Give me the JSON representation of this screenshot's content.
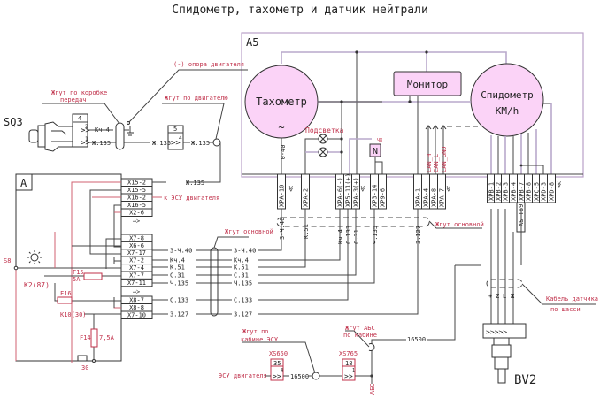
{
  "title": "Спидометр, тахометр и датчик нейтрали",
  "colors": {
    "wire": "#444444",
    "wire_violet": "#b9a9cc",
    "wire_red": "#d06070",
    "label_red": "#c0304a",
    "instrument_fill": "#fbd3f7"
  },
  "a5": {
    "label": "A5",
    "tachometer": {
      "label": "Тахометр",
      "symbol": "~",
      "wire": "0-40"
    },
    "monitor": {
      "label": "Монитор"
    },
    "speedometer": {
      "label_line1": "Спидометр",
      "label_line2": "KM/h"
    },
    "backlight_label": "Подсветка",
    "neutral_indicator": {
      "label": "N",
      "tag": "ЧЖ"
    },
    "can_labels": [
      "CAN_H",
      "CAN_L",
      "CAN_GND"
    ]
  },
  "connectors_top_left": [
    "XPA-10",
    "XPA-2"
  ],
  "connectors_top_mid": [
    "XPA-6(-)",
    "XP5-11(+)",
    "XPA-3(+)"
  ],
  "connectors_top_n": [
    "XP3-14",
    "XP9-6"
  ],
  "connectors_top_can": [
    "XPA-1",
    "XPA-4",
    "XPA-8",
    "XPA-7"
  ],
  "connectors_top_right": [
    "XPB-1",
    "XPB-2",
    "XPB-3",
    "XPB-4",
    "XPB-7",
    "XPB-8",
    "XPC-5",
    "XPD-3",
    "XPD-8"
  ],
  "xs_connector": "XS T69",
  "sq3": {
    "label": "SQ3",
    "connector1_num": "4",
    "connector2_num": "5",
    "pins": [
      "2",
      "1",
      "4"
    ],
    "wires": [
      "Кч.4",
      "Ж.135",
      "Ж.135",
      "Ж.135"
    ],
    "harness_gearbox": [
      "Жгут по коробке",
      "передач"
    ],
    "ground_label": "(-) опора двигателя",
    "harness_engine": "Жгут по двигателю"
  },
  "block_a": {
    "label": "A",
    "group1": [
      "X15-2",
      "X15-5",
      "X16-2",
      "X16-5",
      "X2-6"
    ],
    "group2": [
      "X7-8",
      "X6-6",
      "X7-17",
      "X7-2",
      "X7-4",
      "X7-7",
      "X7-11"
    ],
    "group3": [
      "X8-7",
      "X8-8",
      "X7-10"
    ],
    "wire_x15_2": "Ж.135",
    "wire_x16_2": "к ЭСУ двигателя",
    "fuse_f15": [
      "F15",
      "5A"
    ],
    "fuse_f16": "F16",
    "fuse_f14": [
      "F14",
      "7,5A"
    ],
    "k2": "K2(87)",
    "k10": "K10(30)",
    "s8": "S8",
    "battery_label": "30"
  },
  "harness_main_label": "Жгут основной",
  "harness_main_label2": "Жгут основной",
  "main_wires": [
    {
      "left": "3-Ч.40",
      "right": "3-Ч.40",
      "vertical": "3-Ч.40"
    },
    {
      "left": "Кч.4",
      "right": "Кч.4",
      "vertical": "Кч.4"
    },
    {
      "left": "К.51",
      "right": "К.51",
      "vertical": "К.51"
    },
    {
      "left": "С.31",
      "right": "С.31",
      "vertical": "С.31"
    },
    {
      "left": "Ч.135",
      "right": "Ч.135",
      "vertical": "Ч.135"
    },
    {
      "left": "С.133",
      "right": "С.133",
      "vertical": "С.133"
    },
    {
      "left": "З.127",
      "right": "З.127",
      "vertical": "З.127"
    }
  ],
  "abs": {
    "harness_cabin_esu": [
      "Жгут по",
      "кабине ЭСУ"
    ],
    "harness_abs": [
      "Жгут АБС",
      "по кабине"
    ],
    "xs650": {
      "label": "XS650",
      "num": "35",
      "pin": "4"
    },
    "xs765": {
      "label": "XS765",
      "num": "18",
      "pin": "1"
    },
    "esu_label": "ЭСУ двигателя",
    "wire1": "16500",
    "wire2": "16500",
    "abs_tag": "АБС"
  },
  "sensor": {
    "label": "BV2",
    "cable_label": [
      "Кабель датчика",
      "по шасси"
    ],
    "wire_marks": [
      "+",
      "Z",
      "L",
      "Ж"
    ]
  }
}
